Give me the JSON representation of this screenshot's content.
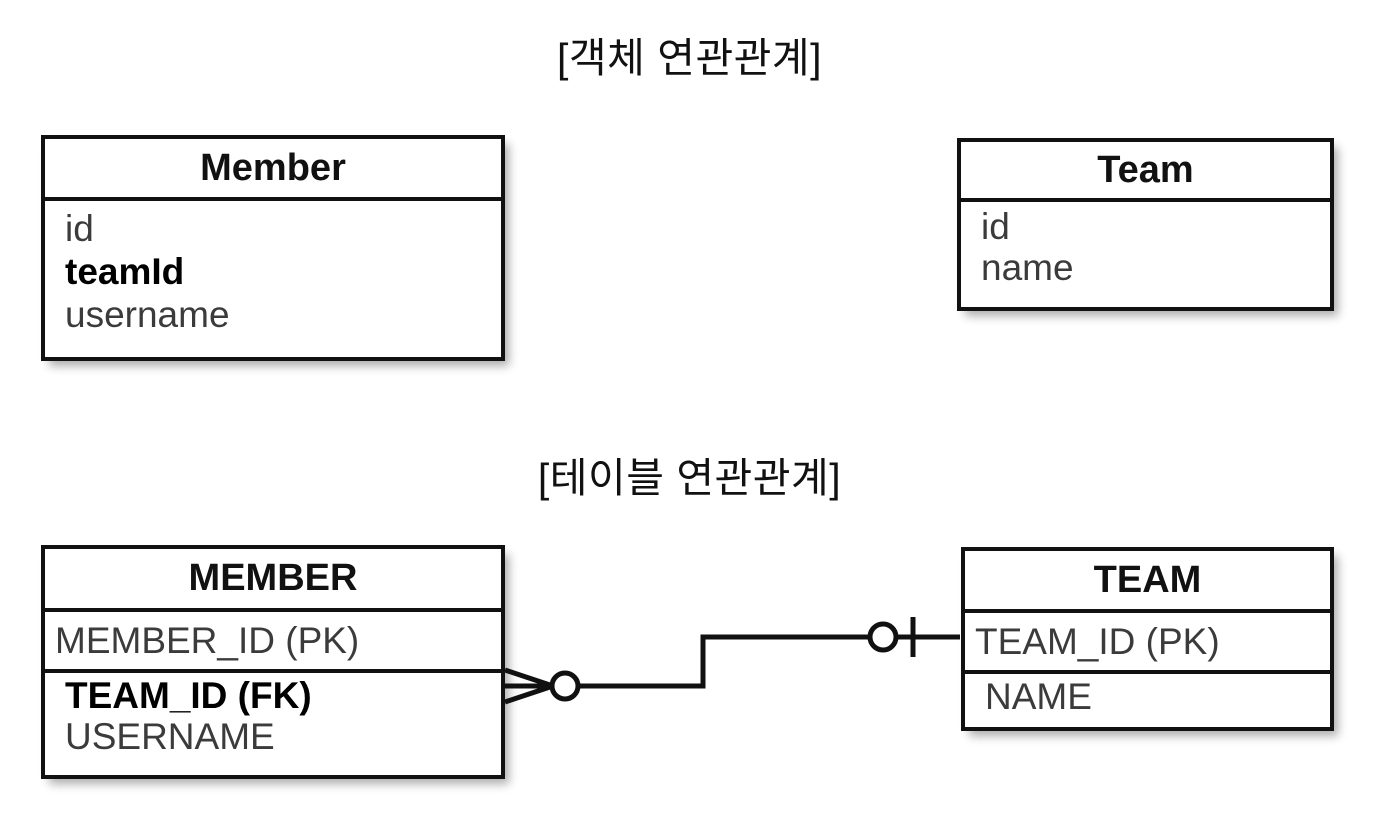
{
  "diagram": {
    "background": "#ffffff",
    "line_color": "#111111",
    "text_color": "#3b3b3b"
  },
  "sections": [
    {
      "id": "object-relation",
      "title": "[객체 연관관계]",
      "entities": [
        {
          "id": "member-object",
          "name": "Member",
          "attributes": [
            {
              "label": "id",
              "emphasis": false
            },
            {
              "label": "teamId",
              "emphasis": true
            },
            {
              "label": "username",
              "emphasis": false
            }
          ]
        },
        {
          "id": "team-object",
          "name": "Team",
          "attributes": [
            {
              "label": "id",
              "emphasis": false
            },
            {
              "label": "name",
              "emphasis": false
            }
          ]
        }
      ]
    },
    {
      "id": "table-relation",
      "title": "[테이블 연관관계]",
      "entities": [
        {
          "id": "member-table",
          "name": "MEMBER",
          "primary_key": "MEMBER_ID (PK)",
          "attributes": [
            {
              "label": "TEAM_ID (FK)",
              "emphasis": true
            },
            {
              "label": "USERNAME",
              "emphasis": false
            }
          ]
        },
        {
          "id": "team-table",
          "name": "TEAM",
          "primary_key": "TEAM_ID (PK)",
          "attributes": [
            {
              "label": "NAME",
              "emphasis": false
            }
          ]
        }
      ],
      "relationship": {
        "from": "MEMBER",
        "to": "TEAM",
        "from_cardinality": "zero-or-many",
        "to_cardinality": "zero-or-one",
        "notation": "crows-foot"
      }
    }
  ]
}
